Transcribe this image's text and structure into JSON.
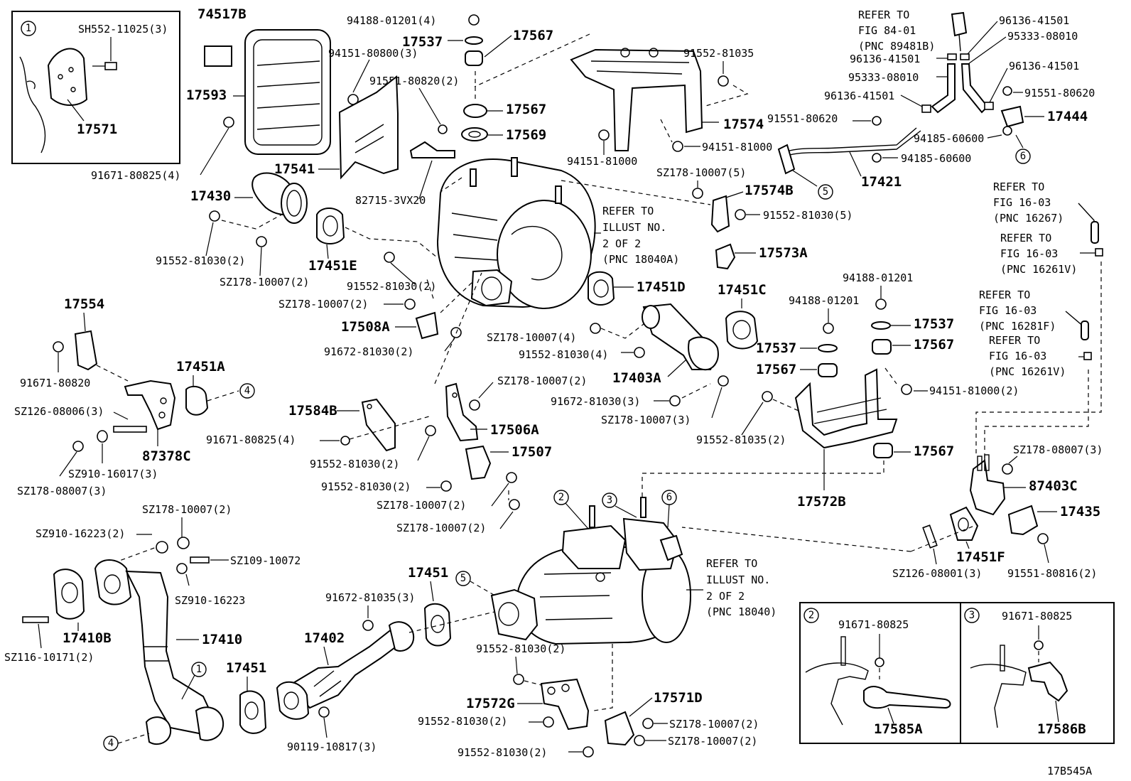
{
  "labels": {
    "sh552_11025": "SH552-11025(3)",
    "p17571": "17571",
    "p74517b": "74517B",
    "p17593": "17593",
    "p91671_80825_4a": "91671-80825(4)",
    "p94188_01201_4": "94188-01201(4)",
    "p94151_80800": "94151-80800(3)",
    "p17537a": "17537",
    "p17567a": "17567",
    "p91551_80820": "91551-80820(2)",
    "p17567b": "17567",
    "p17569": "17569",
    "p17541": "17541",
    "p82715": "82715-3VX20",
    "p17430": "17430",
    "p91552_81030_2a": "91552-81030(2)",
    "psz178_10007_2a": "SZ178-10007(2)",
    "p17451e": "17451E",
    "p91552_81030_2b": "91552-81030(2)",
    "psz178_10007_2b": "SZ178-10007(2)",
    "p17508a": "17508A",
    "p91672_81030_2": "91672-81030(2)",
    "p91552_81035_a": "91552-81035",
    "p17574": "17574",
    "p94151_81000a": "94151-81000",
    "p94151_81000b": "94151-81000",
    "psz178_10007_5": "SZ178-10007(5)",
    "p17574b": "17574B",
    "p91552_81030_5": "91552-81030(5)",
    "p17573a": "17573A",
    "p17451d": "17451D",
    "p17451c": "17451C",
    "psz178_10007_4": "SZ178-10007(4)",
    "p91552_81030_4": "91552-81030(4)",
    "p17403a": "17403A",
    "p91672_81030_3": "91672-81030(3)",
    "psz178_10007_3": "SZ178-10007(3)",
    "p91552_81035_2": "91552-81035(2)",
    "p94188_01201a": "94188-01201",
    "p94188_01201b": "94188-01201",
    "p17537b": "17537",
    "p17537c": "17537",
    "p17567c": "17567",
    "p17567d": "17567",
    "p94151_81000_2": "94151-81000(2)",
    "p17567e": "17567",
    "p17572b": "17572B",
    "p17554": "17554",
    "p91671_80820": "91671-80820",
    "p17451a": "17451A",
    "psz126_08006": "SZ126-08006(3)",
    "p87378c": "87378C",
    "psz910_16017": "SZ910-16017(3)",
    "psz178_08007_3a": "SZ178-08007(3)",
    "p17584b": "17584B",
    "p91671_80825_4b": "91671-80825(4)",
    "psz178_10007_2c": "SZ178-10007(2)",
    "p17506a": "17506A",
    "p91552_81030_2c": "91552-81030(2)",
    "p17507": "17507",
    "p91552_81030_2d": "91552-81030(2)",
    "psz178_10007_2d": "SZ178-10007(2)",
    "psz178_10007_2e": "SZ178-10007(2)",
    "psz178_10007_2f": "SZ178-10007(2)",
    "psz910_16223_2": "SZ910-16223(2)",
    "psz109_10072": "SZ109-10072",
    "psz910_16223": "SZ910-16223",
    "p17410b": "17410B",
    "p17410": "17410",
    "psz116_10171": "SZ116-10171(2)",
    "p17451b": "17451",
    "p17451g": "17451",
    "p17402": "17402",
    "p91672_81035_3": "91672-81035(3)",
    "p90119_10817": "90119-10817(3)",
    "p91552_81030_2e": "91552-81030(2)",
    "p17572g": "17572G",
    "p91552_81030_2f": "91552-81030(2)",
    "p17571d": "17571D",
    "psz178_10007_2g": "SZ178-10007(2)",
    "psz178_10007_2h": "SZ178-10007(2)",
    "p91552_81030_2g": "91552-81030(2)",
    "p96136_41501a": "96136-41501",
    "p95333_08010a": "95333-08010",
    "p96136_41501b": "96136-41501",
    "p95333_08010b": "95333-08010",
    "p96136_41501c": "96136-41501",
    "p96136_41501d": "96136-41501",
    "p91551_80620a": "91551-80620",
    "p91551_80620b": "91551-80620",
    "p17444": "17444",
    "p94185_60600a": "94185-60600",
    "p94185_60600b": "94185-60600",
    "p17421": "17421",
    "psz178_08007_3b": "SZ178-08007(3)",
    "p87403c": "87403C",
    "p17435": "17435",
    "p17451f": "17451F",
    "psz126_08001": "SZ126-08001(3)",
    "p91551_80816": "91551-80816(2)",
    "p91671_80825_i2": "91671-80825",
    "p17585a": "17585A",
    "p91671_80825_i3": "91671-80825",
    "p17586b": "17586B"
  },
  "notes": {
    "refer_84_01": [
      "REFER TO",
      "FIG 84-01",
      "(PNC 89481B)"
    ],
    "refer_illust_top": [
      "REFER TO",
      "ILLUST NO.",
      "2 OF 2",
      "(PNC 18040A)"
    ],
    "refer_illust_bottom": [
      "REFER TO",
      "ILLUST NO.",
      "2 OF 2",
      "(PNC 18040)"
    ],
    "refer_16267": [
      "REFER TO",
      "FIG 16-03",
      "(PNC 16267)"
    ],
    "refer_16261v_a": [
      "REFER TO",
      "FIG 16-03",
      "(PNC 16261V)"
    ],
    "refer_16281f": [
      "REFER TO",
      "FIG 16-03",
      "(PNC 16281F)"
    ],
    "refer_16261v_b": [
      "REFER TO",
      "FIG 16-03",
      "(PNC 16261V)"
    ]
  },
  "callouts": {
    "c1": "1",
    "c2": "2",
    "c3": "3",
    "c4": "4",
    "c5": "5",
    "c6": "6"
  },
  "figure_code": "17B545A"
}
